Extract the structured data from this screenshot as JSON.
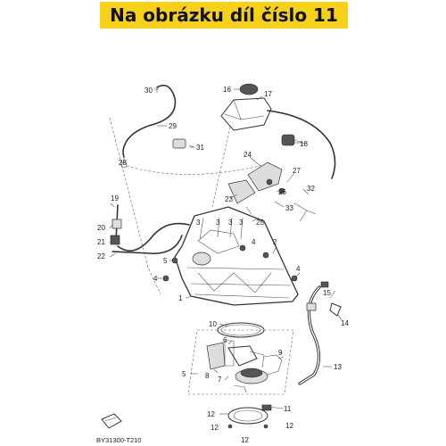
{
  "banner": {
    "text": "Na obrázku díl číslo 11"
  },
  "diagram": {
    "code": "BY31300-T210",
    "labels": {
      "l1": "1",
      "l2": "2",
      "l3a": "3",
      "l3b": "3",
      "l3c": "3",
      "l3d": "3",
      "l4a": "4",
      "l4b": "4",
      "l4c": "4",
      "l5a": "5",
      "l5b": "5",
      "l6": "6",
      "l7": "7",
      "l8": "8",
      "l9": "9",
      "l10": "10",
      "l11": "11",
      "l12a": "12",
      "l12b": "12",
      "l12c": "12",
      "l12d": "12",
      "l13": "13",
      "l14": "14",
      "l15": "15",
      "l16": "16",
      "l17": "17",
      "l18": "18",
      "l19": "19",
      "l20": "20",
      "l21": "21",
      "l22": "22",
      "l23": "23",
      "l24": "24",
      "l25": "25",
      "l26": "26",
      "l27": "27",
      "l28": "28",
      "l29": "29",
      "l30": "30",
      "l31": "31",
      "l32": "32",
      "l33": "33"
    }
  }
}
